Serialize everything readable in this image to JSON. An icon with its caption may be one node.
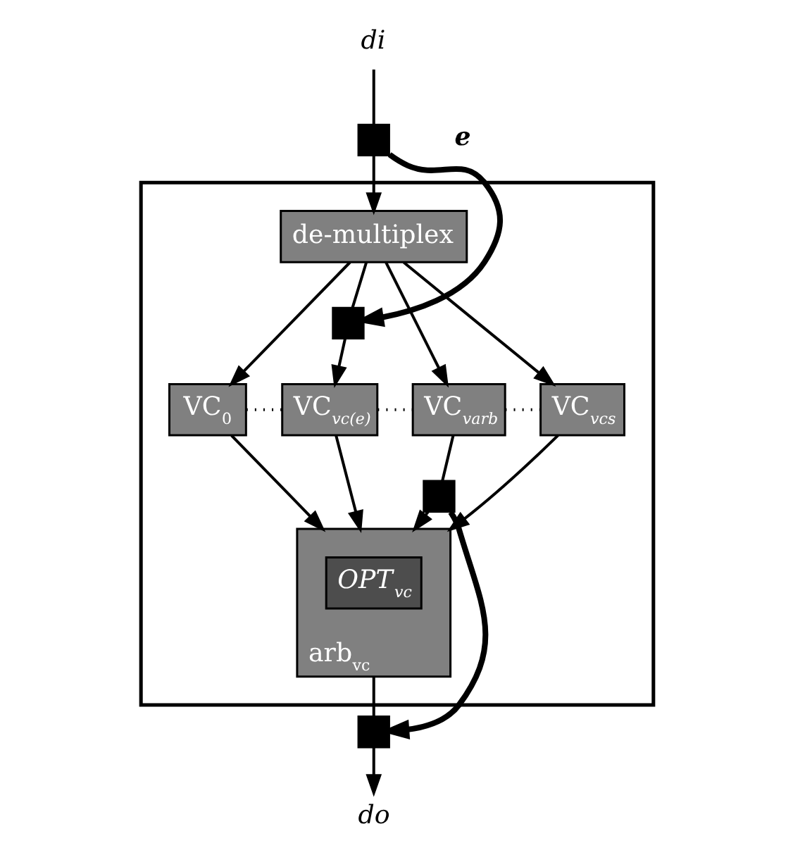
{
  "diagram": {
    "nodes": [
      {
        "text": [],
        "shape": "box"
      },
      {
        "text": [
          "di"
        ]
      },
      {
        "text": [],
        "shape": "box",
        "beside": [
          "e"
        ]
      },
      {
        "text": [
          "de-multiplex"
        ],
        "in": 0
      },
      {
        "text": [],
        "shape": "box",
        "in": 0
      },
      {
        "text": [
          "VC$_{0}$"
        ],
        "in": 0
      },
      {
        "text": [
          "VC$_{vc(e)}$"
        ],
        "in": 0
      },
      {
        "text": [
          "VC$_{varb}$"
        ],
        "in": 0
      },
      {
        "text": [
          "VC$_{vcs}$"
        ],
        "in": 0
      },
      {
        "text": [],
        "shape": "box",
        "in": 0
      },
      {
        "text": [
          "arb$_{vc}$"
        ],
        "in": 0
      },
      {
        "text": [
          "OPT$_{vc}$"
        ],
        "in": 10
      },
      {
        "text": [],
        "shape": "box"
      },
      {
        "text": [
          "do"
        ]
      }
    ],
    "edges": [
      {
        "from": 1,
        "to": 2,
        "arrow": "none"
      },
      {
        "from": 2,
        "to": 3,
        "arrow": "to"
      },
      {
        "from": 2,
        "to": 4,
        "arrow": "to",
        "style": "thick"
      },
      {
        "from": 3,
        "to": 5,
        "arrow": "to"
      },
      {
        "from": 3,
        "to": 4,
        "arrow": "none"
      },
      {
        "from": 4,
        "to": 6,
        "arrow": "to"
      },
      {
        "from": 3,
        "to": 7,
        "arrow": "to"
      },
      {
        "from": 3,
        "to": 8,
        "arrow": "to"
      },
      {
        "from": 5,
        "to": 6,
        "arrow": "none",
        "style": "dashed"
      },
      {
        "from": 6,
        "to": 7,
        "arrow": "none",
        "style": "dashed"
      },
      {
        "from": 7,
        "to": 8,
        "arrow": "none",
        "style": "dashed"
      },
      {
        "from": 5,
        "to": 10,
        "arrow": "to"
      },
      {
        "from": 6,
        "to": 10,
        "arrow": "to"
      },
      {
        "from": 7,
        "to": 9,
        "arrow": "none"
      },
      {
        "from": 9,
        "to": 10,
        "arrow": "to"
      },
      {
        "from": 8,
        "to": 10,
        "arrow": "to"
      },
      {
        "from": 9,
        "to": 12,
        "arrow": "to",
        "style": "thick"
      },
      {
        "from": 10,
        "to": 12,
        "arrow": "none"
      },
      {
        "from": 12,
        "to": 13,
        "arrow": "to"
      }
    ]
  }
}
